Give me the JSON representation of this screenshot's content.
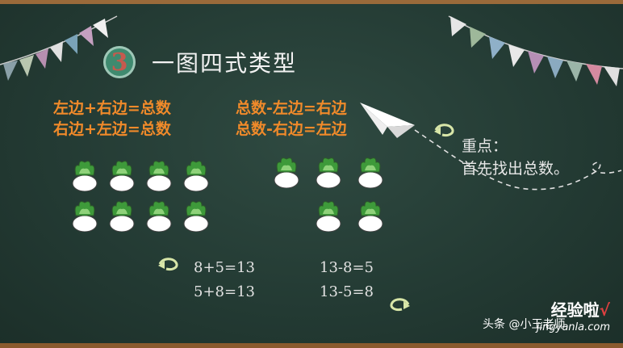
{
  "title": "一图四式类型",
  "section_number": "3",
  "left_equations": [
    "左边+右边=总数",
    "右边+左边=总数"
  ],
  "right_equations": [
    "总数-左边=右边",
    "总数-右边=左边"
  ],
  "note": {
    "line1": "重点：",
    "line2": "首先找出总数。"
  },
  "addition": [
    "8+5=13",
    "5+8=13"
  ],
  "subtraction": [
    "13-8=5",
    "13-5=8"
  ],
  "watermark": {
    "logo": "经验啦",
    "check": "√",
    "url": "jingyanla.com",
    "toutiao": "头条 @小王老师"
  },
  "colors": {
    "accent": "#f08a2a",
    "board": "#233a33"
  },
  "icons": {
    "plant": "cabbage-pot-icon",
    "arrow": "curl-arrow-icon",
    "plane": "paper-plane-icon"
  }
}
